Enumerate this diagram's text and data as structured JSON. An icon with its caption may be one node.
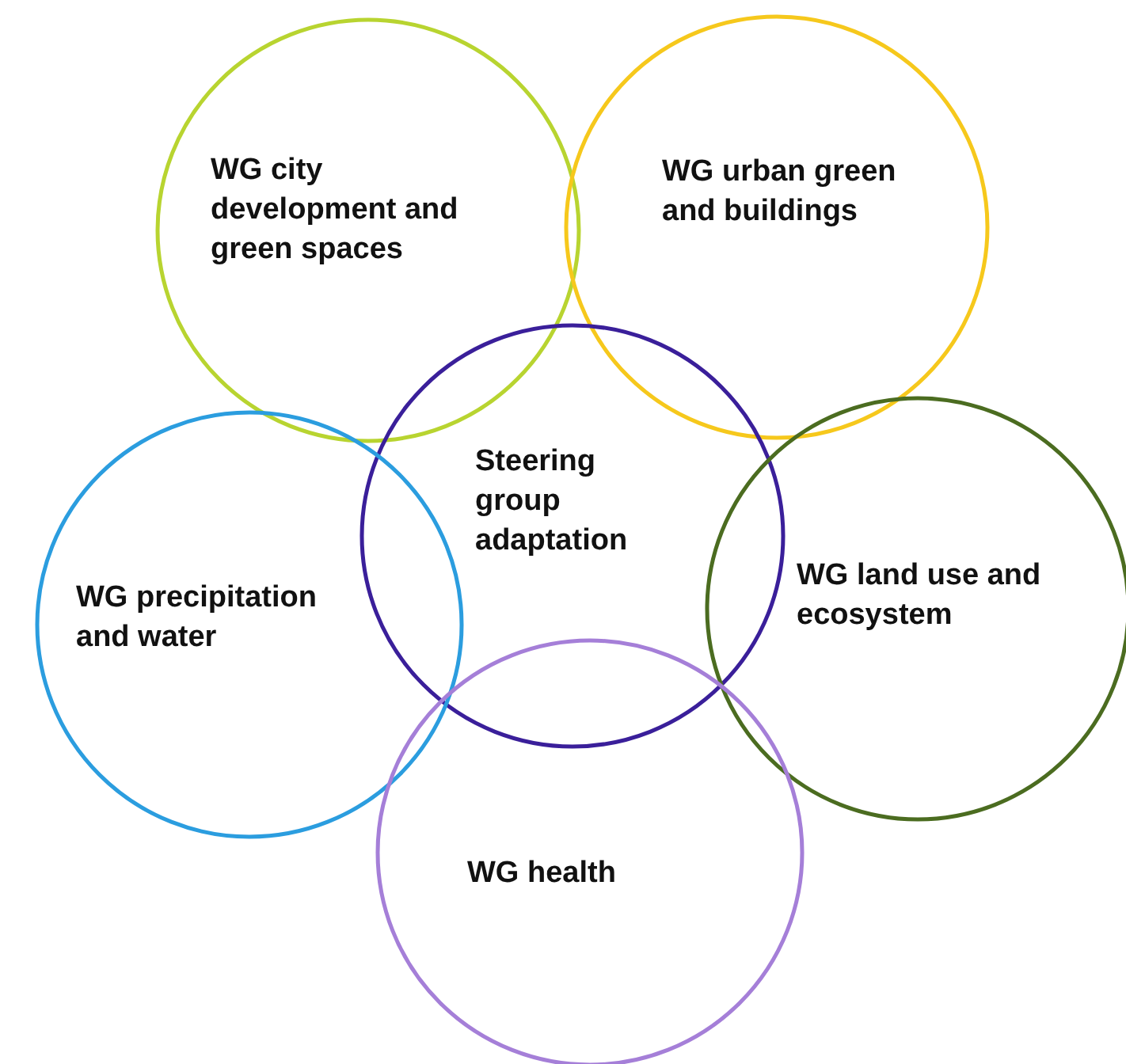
{
  "diagram": {
    "nodes": [
      {
        "text": [
          "WG city development and green spaces"
        ]
      },
      {
        "text": [
          "WG urban green and buildings"
        ]
      },
      {
        "text": [
          "Steering group adaptation"
        ]
      },
      {
        "text": [
          "WG precipitation and water"
        ]
      },
      {
        "text": [
          "WG land use and ecosystem"
        ]
      },
      {
        "text": [
          "WG health"
        ]
      }
    ]
  }
}
